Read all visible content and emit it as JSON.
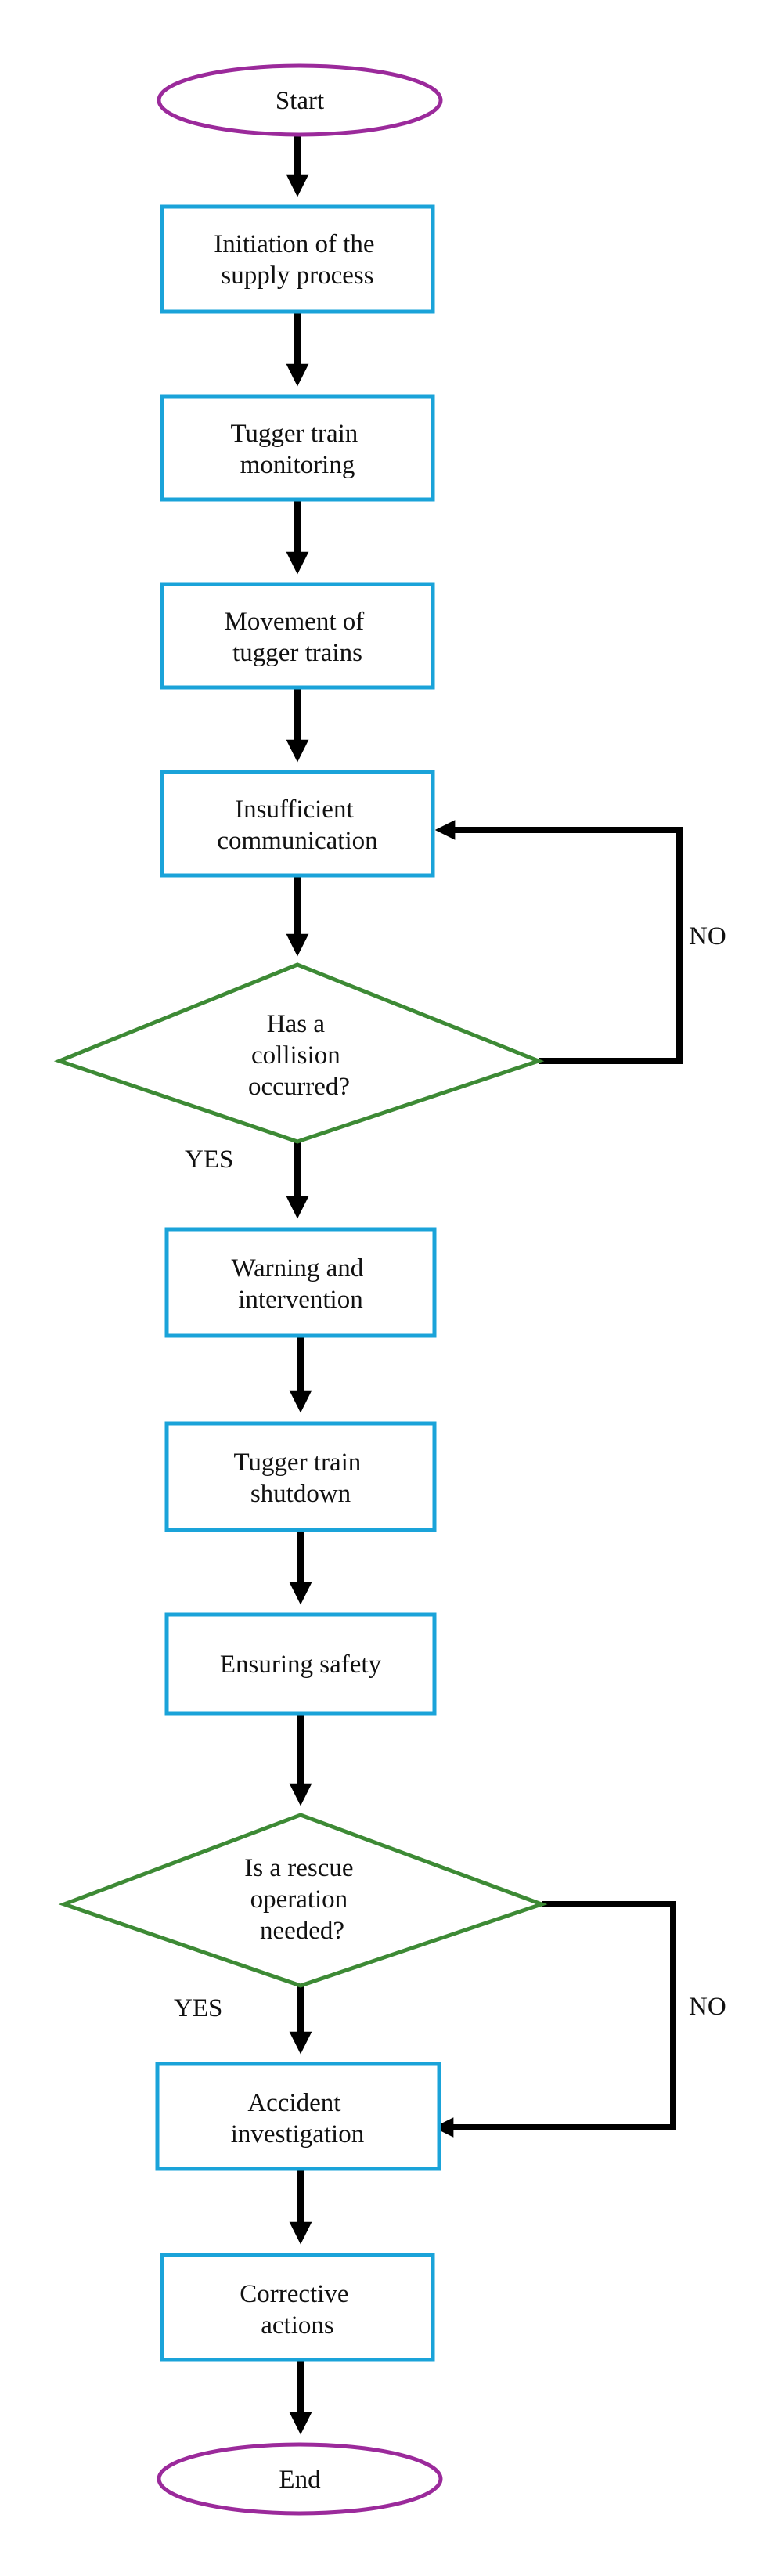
{
  "diagram": {
    "nodes": {
      "start": {
        "lines": [
          "Start"
        ]
      },
      "initiation": {
        "lines": [
          "Initiation of the",
          "supply process"
        ]
      },
      "monitoring": {
        "lines": [
          "Tugger train",
          "monitoring"
        ]
      },
      "movement": {
        "lines": [
          "Movement of",
          "tugger trains"
        ]
      },
      "communication": {
        "lines": [
          "Insufficient",
          "communication"
        ]
      },
      "collision": {
        "lines": [
          "Has a",
          "collision",
          "occurred?"
        ]
      },
      "warning": {
        "lines": [
          "Warning and",
          "intervention"
        ]
      },
      "shutdown": {
        "lines": [
          "Tugger train",
          "shutdown"
        ]
      },
      "safety": {
        "lines": [
          "Ensuring safety"
        ]
      },
      "rescue": {
        "lines": [
          "Is a rescue",
          "operation",
          "needed?"
        ]
      },
      "investigation": {
        "lines": [
          "Accident",
          "investigation"
        ]
      },
      "corrective": {
        "lines": [
          "Corrective",
          "actions"
        ]
      },
      "end": {
        "lines": [
          "End"
        ]
      }
    },
    "branch_labels": {
      "collision_no": "NO",
      "collision_yes": "YES",
      "rescue_no": "NO",
      "rescue_yes": "YES"
    },
    "colors": {
      "process_border": "#1aa3d9",
      "terminal_border": "#9b2a9b",
      "decision_border": "#3d8a35",
      "arrow": "#000000"
    }
  }
}
